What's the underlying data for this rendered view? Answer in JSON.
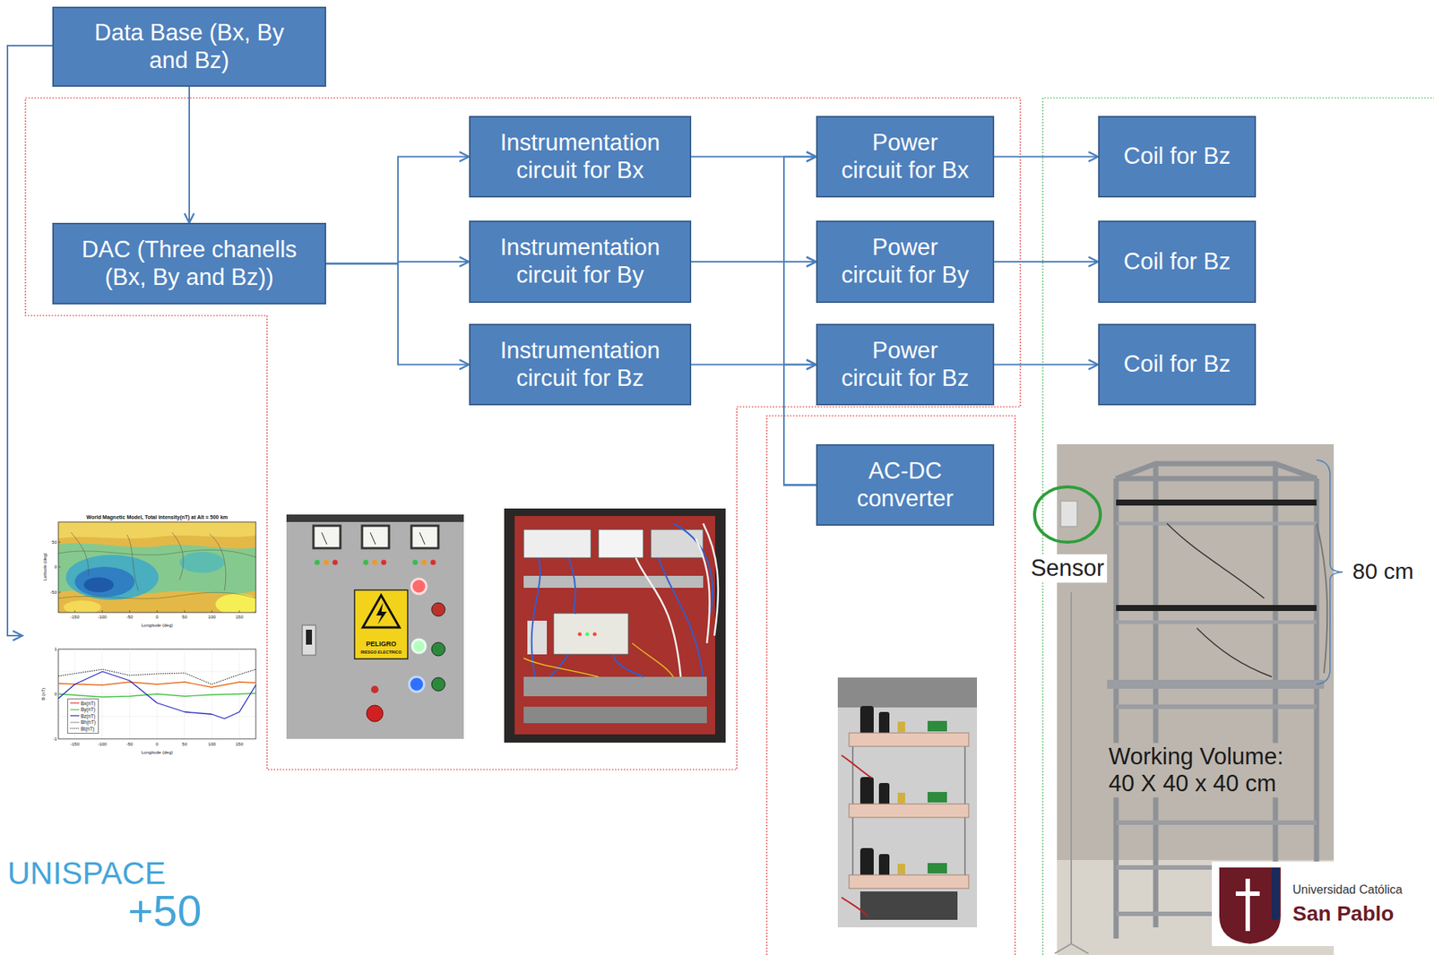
{
  "diagram": {
    "nodes": [
      {
        "text": [
          "Data Base (Bx, By and Bz)"
        ]
      },
      {
        "text": [
          "DAC (Three chanells (Bx, By and Bz))"
        ]
      },
      {
        "text": [
          "Instrumentation circuit for Bx"
        ]
      },
      {
        "text": [
          "Instrumentation circuit for By"
        ]
      },
      {
        "text": [
          "Instrumentation circuit for Bz"
        ]
      },
      {
        "text": [
          "Power circuit for Bx"
        ]
      },
      {
        "text": [
          "Power circuit for By"
        ]
      },
      {
        "text": [
          "Power circuit for Bz"
        ]
      },
      {
        "text": [
          "AC-DC converter"
        ]
      },
      {
        "text": [
          "Coil for Bz"
        ]
      },
      {
        "text": [
          "Coil for Bz"
        ]
      },
      {
        "text": [
          "Coil for Bz"
        ]
      }
    ],
    "edges": [
      {
        "from": 0,
        "to": 1,
        "arrow": "to"
      },
      {
        "from": 1,
        "to": 2,
        "arrow": "to"
      },
      {
        "from": 1,
        "to": 3,
        "arrow": "to"
      },
      {
        "from": 1,
        "to": 4,
        "arrow": "to"
      },
      {
        "from": 2,
        "to": 5,
        "arrow": "to"
      },
      {
        "from": 3,
        "to": 6,
        "arrow": "to"
      },
      {
        "from": 4,
        "to": 7,
        "arrow": "to"
      },
      {
        "from": 8,
        "to": 5,
        "arrow": "to"
      },
      {
        "from": 8,
        "to": 6,
        "arrow": "to"
      },
      {
        "from": 8,
        "to": 7,
        "arrow": "to"
      },
      {
        "from": 5,
        "to": 9,
        "arrow": "to"
      },
      {
        "from": 6,
        "to": 10,
        "arrow": "to"
      },
      {
        "from": 7,
        "to": 11,
        "arrow": "to"
      }
    ],
    "labels": [
      "World Magnetic Model, Total intensity(nT) at Alt = 500 km",
      "Latitude (deg)",
      "50",
      "0",
      "-50",
      "-150",
      "-100",
      "-50",
      "0",
      "50",
      "100",
      "150",
      "Longitude (deg)",
      "B (nT)",
      "1",
      "0",
      "-1",
      "-150",
      "-100",
      "-50",
      "0",
      "50",
      "100",
      "150",
      "Longitude (deg)",
      "PELIGRO",
      "RIESGO ELECTRICO",
      "Sensor",
      "80 cm",
      "Working Volume: 40 X 40 x 40 cm",
      "UNISPACE",
      "+50",
      "Universidad Católica",
      "San Pablo"
    ],
    "legend": [
      {
        "text": "Bx(nT)"
      },
      {
        "text": "By(nT)"
      },
      {
        "text": "Bz(nT)"
      },
      {
        "text": "Bh(nT)"
      },
      {
        "text": "Bt(nT)"
      }
    ]
  }
}
